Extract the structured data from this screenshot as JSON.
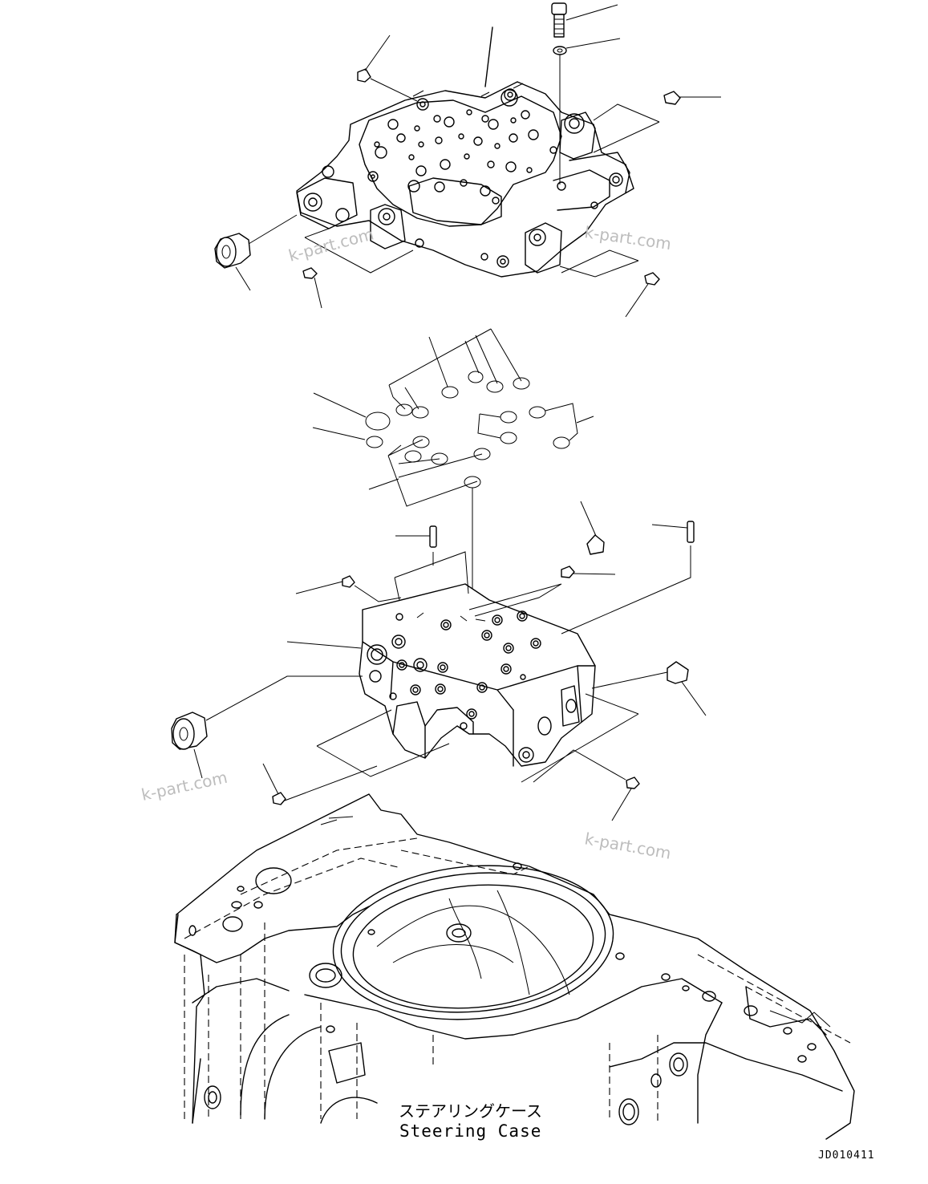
{
  "labels": {
    "case_jp": "ステアリングケース",
    "case_en": "Steering Case",
    "drawing_id": "JD010411"
  },
  "watermarks": [
    "k-part.com",
    "k-part.com",
    "k-part.com",
    "k-part.com"
  ],
  "colors": {
    "line": "#000000",
    "watermark": "#bdbdbd",
    "background": "#ffffff"
  }
}
